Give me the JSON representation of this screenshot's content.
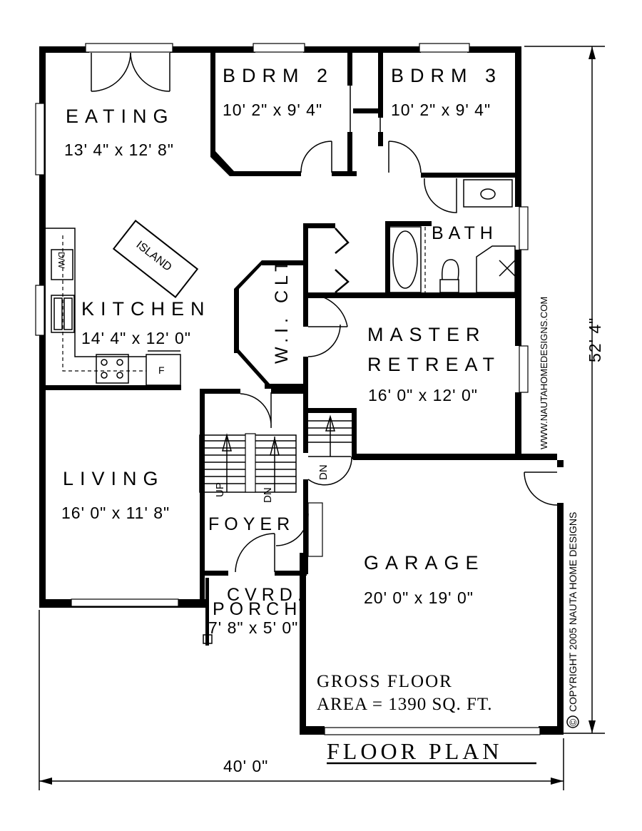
{
  "rooms": {
    "eating": {
      "name": "EATING",
      "size": "13' 4\" x 12' 8\""
    },
    "bdrm2": {
      "name": "BDRM 2",
      "size": "10' 2\" x 9' 4\""
    },
    "bdrm3": {
      "name": "BDRM 3",
      "size": "10' 2\" x 9' 4\""
    },
    "bath": {
      "name": "BATH"
    },
    "kitchen": {
      "name": "KITCHEN",
      "size": "14' 4\" x 12' 0\""
    },
    "island": {
      "name": "ISLAND"
    },
    "dw": {
      "name": "D/W"
    },
    "fridge": {
      "name": "F"
    },
    "wic": {
      "name": "W.I. CLT"
    },
    "master": {
      "line1": "MASTER",
      "line2": "RETREAT",
      "size": "16' 0\" x 12' 0\""
    },
    "living": {
      "name": "LIVING",
      "size": "16' 0\" x 11' 8\""
    },
    "foyer": {
      "name": "FOYER"
    },
    "porch": {
      "line1": "CVRD.",
      "line2": "PORCH",
      "size": "7' 8\" x 5' 0\""
    },
    "garage": {
      "name": "GARAGE",
      "size": "20' 0\" x 19' 0\""
    }
  },
  "stairs": {
    "up": "UP",
    "dn1": "DN",
    "dn2": "DN"
  },
  "gross_area": {
    "line1": "GROSS FLOOR",
    "line2": "AREA = 1390 SQ. FT."
  },
  "dimensions": {
    "width": "40' 0\"",
    "depth": "52' 4\""
  },
  "title": "FLOOR PLAN",
  "website": "WWW.NAUTAHOMEDESIGNS.COM",
  "copyright": "COPYRIGHT 2005 NAUTA HOME DESIGNS",
  "copyright_symbol": "©"
}
